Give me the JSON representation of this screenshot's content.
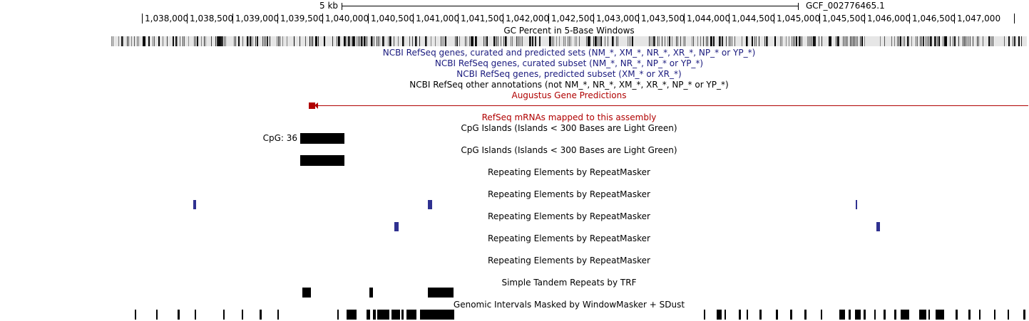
{
  "scale": {
    "label": "5 kb",
    "assembly": "GCF_002776465.1"
  },
  "ruler": {
    "ticks": [
      "1,038,000",
      "1,038,500",
      "1,039,000",
      "1,039,500",
      "1,040,000",
      "1,040,500",
      "1,041,000",
      "1,041,500",
      "1,042,000",
      "1,042,500",
      "1,043,000",
      "1,043,500",
      "1,044,000",
      "1,044,500",
      "1,045,000",
      "1,045,500",
      "1,046,000",
      "1,046,500",
      "1,047,000"
    ]
  },
  "tracks": {
    "gc": {
      "label": "GC Percent in 5-Base Windows"
    },
    "refseq_all": {
      "label": "NCBI RefSeq genes, curated and predicted sets (NM_*, XM_*, NR_*, XR_*, NP_* or YP_*)",
      "color": "#1a1a7e"
    },
    "refseq_curated": {
      "label": "NCBI RefSeq genes, curated subset (NM_*, NR_*, NP_* or YP_*)",
      "color": "#1a1a7e"
    },
    "refseq_predicted": {
      "label": "NCBI RefSeq genes, predicted subset (XM_* or XR_*)",
      "color": "#1a1a7e"
    },
    "refseq_other": {
      "label": "NCBI RefSeq other annotations (not NM_*, NR_*, XM_*, XR_*, NP_* or YP_*)"
    },
    "augustus": {
      "label": "Augustus Gene Predictions",
      "color": "#b00000"
    },
    "refseq_mrna": {
      "label": "RefSeq mRNAs mapped to this assembly",
      "color": "#b00000"
    },
    "cpg1": {
      "label": "CpG Islands (Islands < 300 Bases are Light Green)",
      "item": "CpG: 36"
    },
    "cpg2": {
      "label": "CpG Islands (Islands < 300 Bases are Light Green)"
    },
    "rmsk1": {
      "label": "Repeating Elements by RepeatMasker"
    },
    "rmsk2": {
      "label": "Repeating Elements by RepeatMasker"
    },
    "rmsk3": {
      "label": "Repeating Elements by RepeatMasker"
    },
    "rmsk4": {
      "label": "Repeating Elements by RepeatMasker"
    },
    "rmsk5": {
      "label": "Repeating Elements by RepeatMasker"
    },
    "trf": {
      "label": "Simple Tandem Repeats by TRF"
    },
    "windowmasker": {
      "label": "Genomic Intervals Masked by WindowMasker + SDust"
    }
  },
  "colors": {
    "gene": "#b00000",
    "repeat": "#2f3190",
    "navy_label": "#1a1a7e"
  }
}
